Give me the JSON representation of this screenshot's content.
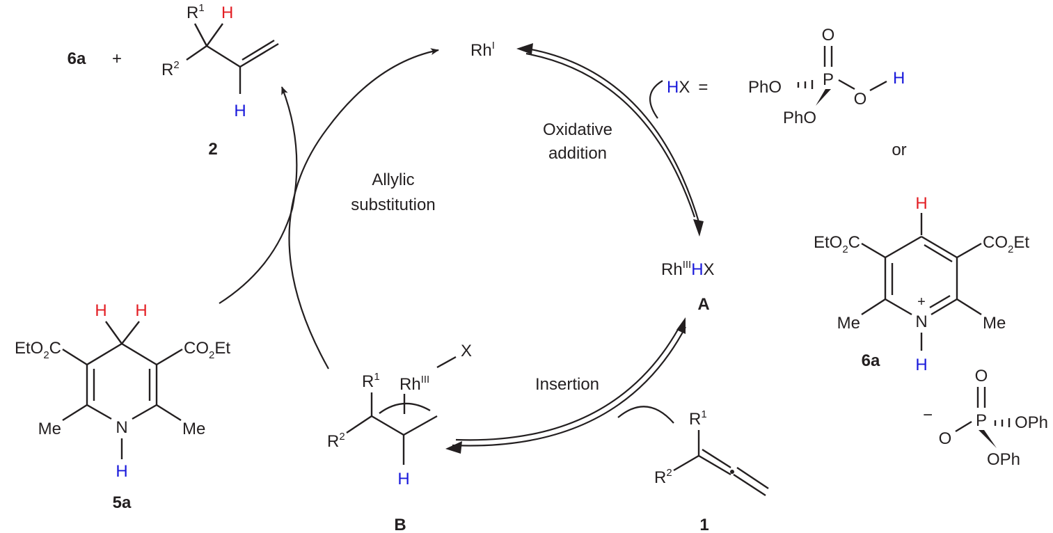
{
  "colors": {
    "ink": "#231f20",
    "hydride_red": "#e31e24",
    "proton_blue": "#1a1adb"
  },
  "rh1": {
    "base": "Rh",
    "ox": "I"
  },
  "rh3_hx": {
    "base": "Rh",
    "ox": "III",
    "h": "H",
    "x": "X"
  },
  "rh3": {
    "base": "Rh",
    "ox": "III"
  },
  "steps": {
    "oxidative_1": "Oxidative",
    "oxidative_2": "addition",
    "allylic_1": "Allylic",
    "allylic_2": "substitution",
    "insertion": "Insertion"
  },
  "ids": {
    "A": "A",
    "B": "B",
    "c1": "1",
    "c2": "2",
    "c5a": "5a",
    "c6a": "6a",
    "c6a_top": "6a"
  },
  "plus": "+",
  "or": "or",
  "hx_def": {
    "h": "H",
    "x": "X",
    "eq": "="
  },
  "atoms": {
    "H": "H",
    "X": "X",
    "N": "N",
    "O": "O",
    "P": "P",
    "R": "R",
    "sup1": "1",
    "sup2": "2",
    "Me": "Me",
    "PhO": "PhO",
    "OPh": "OPh",
    "Et": "Et",
    "EtO": "EtO",
    "CO": "CO",
    "C": "C",
    "sub2": "2",
    "plus": "+",
    "minus": "−"
  }
}
